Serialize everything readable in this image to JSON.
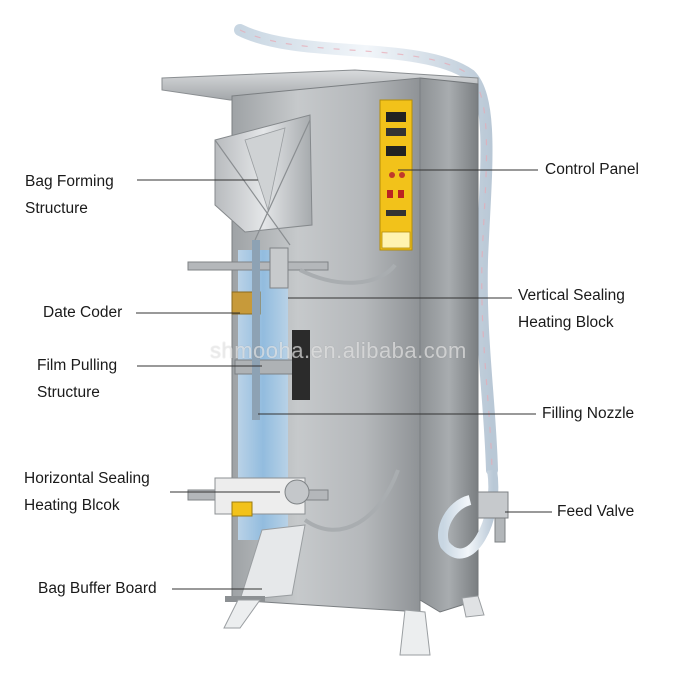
{
  "diagram": {
    "watermark": "shmooha.en.alibaba.com",
    "labels": {
      "bag_forming": [
        "Bag Forming",
        "Structure"
      ],
      "control_panel": "Control Panel",
      "vertical_sealing": [
        "Vertical Sealing",
        "Heating Block"
      ],
      "date_coder": "Date Coder",
      "film_pulling": [
        "Film Pulling",
        "Structure"
      ],
      "filling_nozzle": "Filling Nozzle",
      "horizontal_sealing": [
        "Horizontal Sealing",
        "Heating Blcok"
      ],
      "feed_valve": "Feed Valve",
      "bag_buffer": "Bag Buffer Board"
    }
  },
  "colors": {
    "steel_light": "#c9ccce",
    "steel_mid": "#a9adb0",
    "steel_dark": "#7d8184",
    "panel_yellow": "#f2c21a",
    "hose": "#dfe9f2",
    "film_blue": "#9ec6e6",
    "leader_line": "#333333"
  }
}
